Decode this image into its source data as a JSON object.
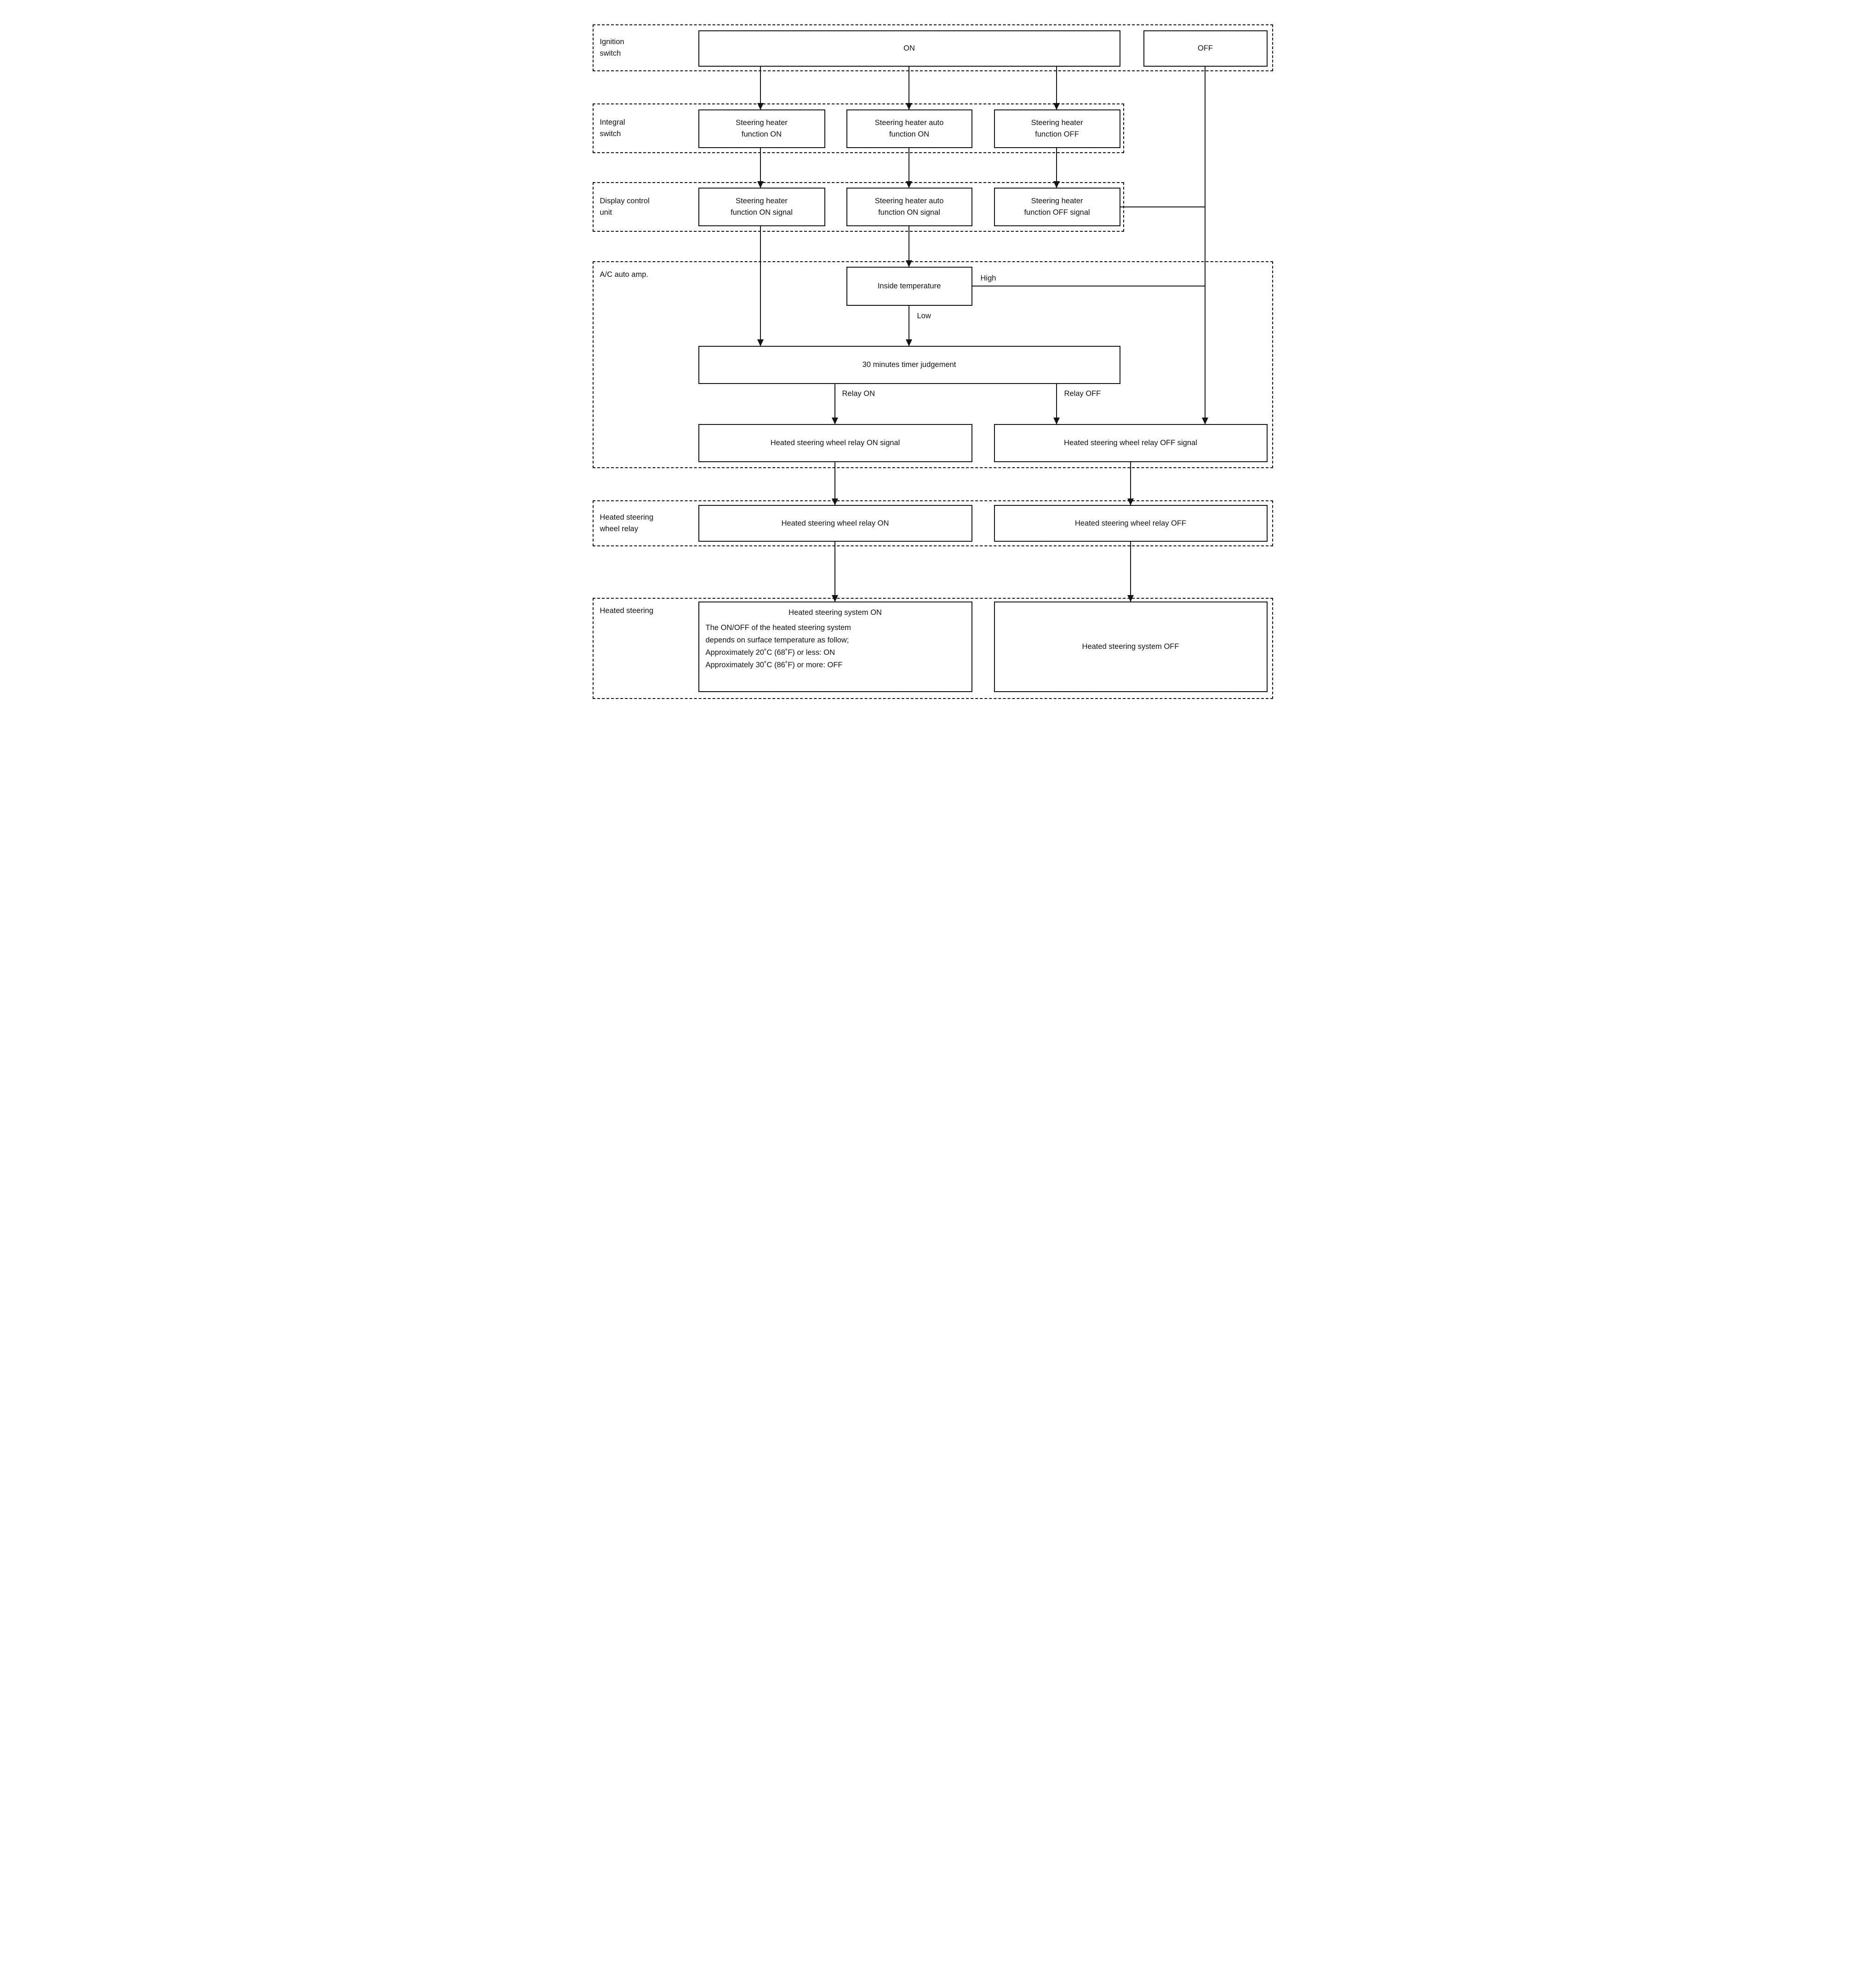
{
  "sections": {
    "ignition": {
      "label": "Ignition\nswitch"
    },
    "integral": {
      "label": "Integral\nswitch"
    },
    "display": {
      "label": "Display control\nunit"
    },
    "ac_amp": {
      "label": "A/C auto amp."
    },
    "relay": {
      "label": "Heated steering\nwheel relay"
    },
    "heated": {
      "label": "Heated steering"
    }
  },
  "nodes": {
    "ignition_on": "ON",
    "ignition_off": "OFF",
    "is_on": "Steering heater\nfunction ON",
    "is_auto_on": "Steering heater auto\nfunction ON",
    "is_off": "Steering heater\nfunction OFF",
    "dc_on_signal": "Steering heater\nfunction ON signal",
    "dc_auto_signal": "Steering heater auto\nfunction ON signal",
    "dc_off_signal": "Steering heater\nfunction OFF signal",
    "inside_temp": "Inside temperature",
    "timer": "30 minutes timer judgement",
    "relay_on_signal": "Heated steering wheel relay ON signal",
    "relay_off_signal": "Heated steering wheel relay OFF signal",
    "relay_on": "Heated steering wheel relay ON",
    "relay_off": "Heated steering wheel relay OFF",
    "system_on_title": "Heated steering system ON",
    "system_on_note": "The ON/OFF of the heated steering system\ndepends on surface temperature as follow;\nApproximately 20˚C (68˚F) or less: ON\nApproximately 30˚C (86˚F) or more: OFF",
    "system_off": "Heated steering system OFF"
  },
  "edge_labels": {
    "high": "High",
    "low": "Low",
    "relay_on": "Relay ON",
    "relay_off": "Relay OFF"
  },
  "colors": {
    "line": "#141414",
    "background": "#ffffff"
  }
}
